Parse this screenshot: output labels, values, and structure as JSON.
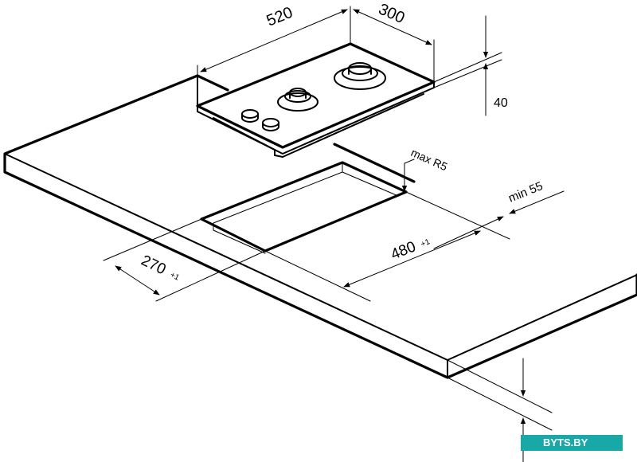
{
  "dimensions": {
    "hob_width": "520",
    "hob_depth": "300",
    "hob_height": "40",
    "corner_radius": "max R5",
    "edge_clearance": "min 55",
    "cutout_width": "480",
    "cutout_width_note": "+1",
    "cutout_depth": "270",
    "cutout_depth_note": "+1"
  },
  "watermark": "BYTS.BY"
}
